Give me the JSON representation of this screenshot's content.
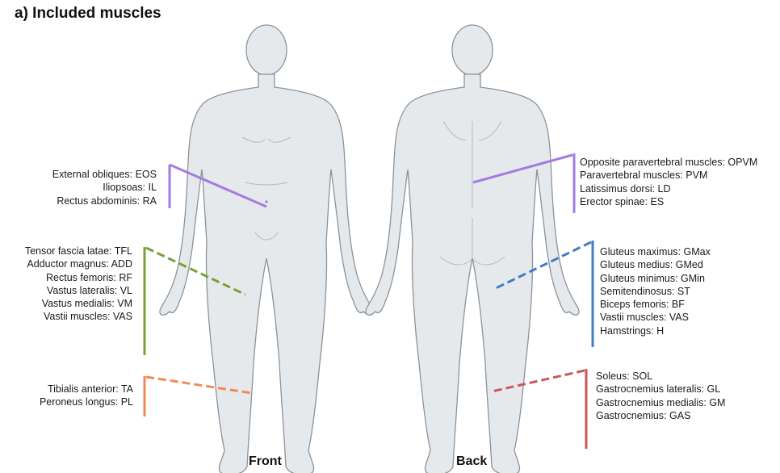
{
  "title": "a) Included muscles",
  "views": {
    "front": "Front",
    "back": "Back"
  },
  "groups": {
    "trunk_front": {
      "color": "#a57be0",
      "items": [
        "External obliques: EOS",
        "Iliopsoas: IL",
        "Rectus abdominis: RA"
      ]
    },
    "thigh_front": {
      "color": "#77a135",
      "items": [
        "Tensor fascia latae: TFL",
        "Adductor magnus: ADD",
        "Rectus femoris: RF",
        "Vastus lateralis: VL",
        "Vastus medialis: VM",
        "Vastii muscles: VAS"
      ]
    },
    "shank_front": {
      "color": "#f08a55",
      "items": [
        "Tibialis anterior: TA",
        "Peroneus longus: PL"
      ]
    },
    "trunk_back": {
      "color": "#a57be0",
      "items": [
        "Opposite paravertebral muscles: OPVM",
        "Paravertebral muscles:  PVM",
        "Latissimus dorsi: LD",
        "Erector spinae: ES"
      ]
    },
    "thigh_back": {
      "color": "#3f7fc0",
      "items": [
        "Gluteus maximus: GMax",
        "Gluteus medius: GMed",
        "Gluteus minimus: GMin",
        "Semitendinosus: ST",
        "Biceps femoris: BF",
        "Vastii muscles: VAS",
        "Hamstrings: H"
      ]
    },
    "shank_back": {
      "color": "#c85a5a",
      "items": [
        "Soleus: SOL",
        "Gastrocnemius lateralis: GL",
        "Gastrocnemius medialis: GM",
        "Gastrocnemius: GAS"
      ]
    }
  },
  "body_fill": "#e6e9ec",
  "body_stroke": "#8b939b"
}
